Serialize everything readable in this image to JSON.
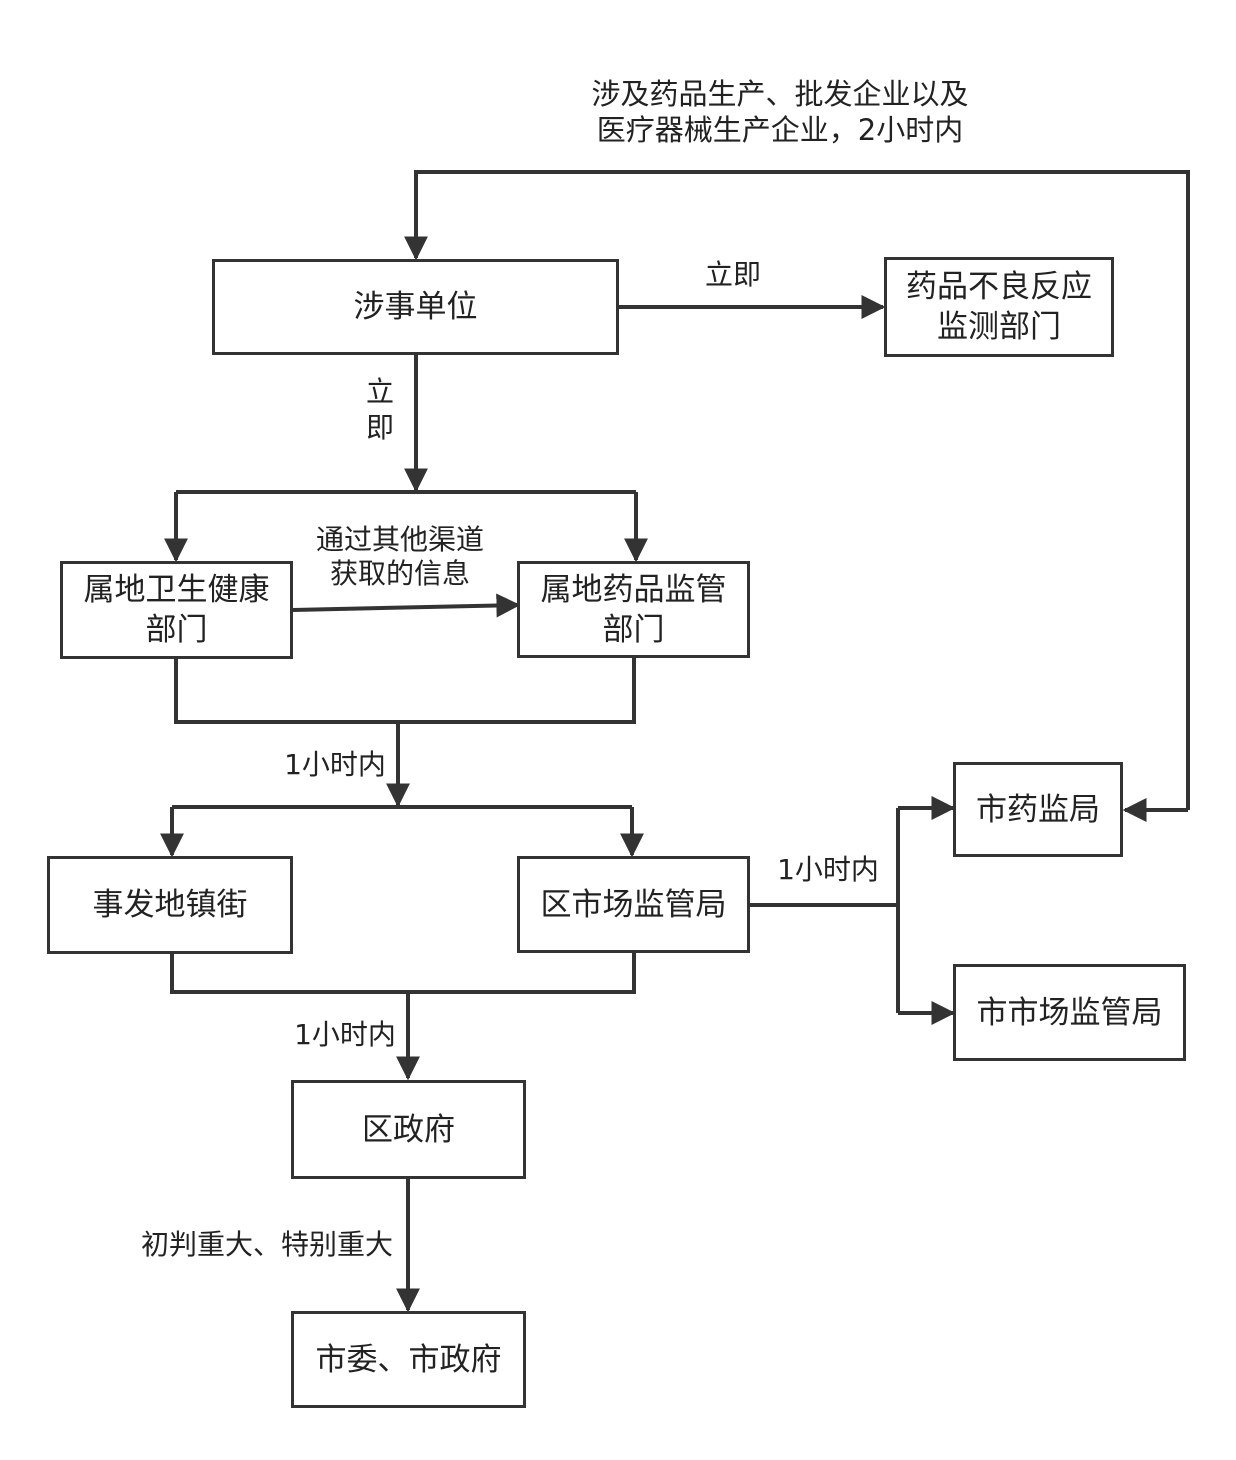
{
  "nodes": {
    "unit": "涉事单位",
    "adr": "药品不良反应\n监测部门",
    "health": "属地卫生健康\n部门",
    "drug_reg": "属地药品监管\n部门",
    "town": "事发地镇街",
    "district_market": "区市场监管局",
    "city_drug": "市药监局",
    "city_market": "市市场监管局",
    "district_gov": "区政府",
    "city_gov": "市委、市政府"
  },
  "labels": {
    "top_note": "涉及药品生产、批发企业以及\n医疗器械生产企业，2小时内",
    "immediate_right": "立即",
    "immediate_down": "立\n即",
    "other_channels": "通过其他渠道\n获取的信息",
    "one_hour_1": "1小时内",
    "one_hour_2": "1小时内",
    "one_hour_3": "1小时内",
    "severity": "初判重大、特别重大"
  },
  "colors": {
    "line": "#333333",
    "text": "#222222",
    "background": "#ffffff"
  }
}
